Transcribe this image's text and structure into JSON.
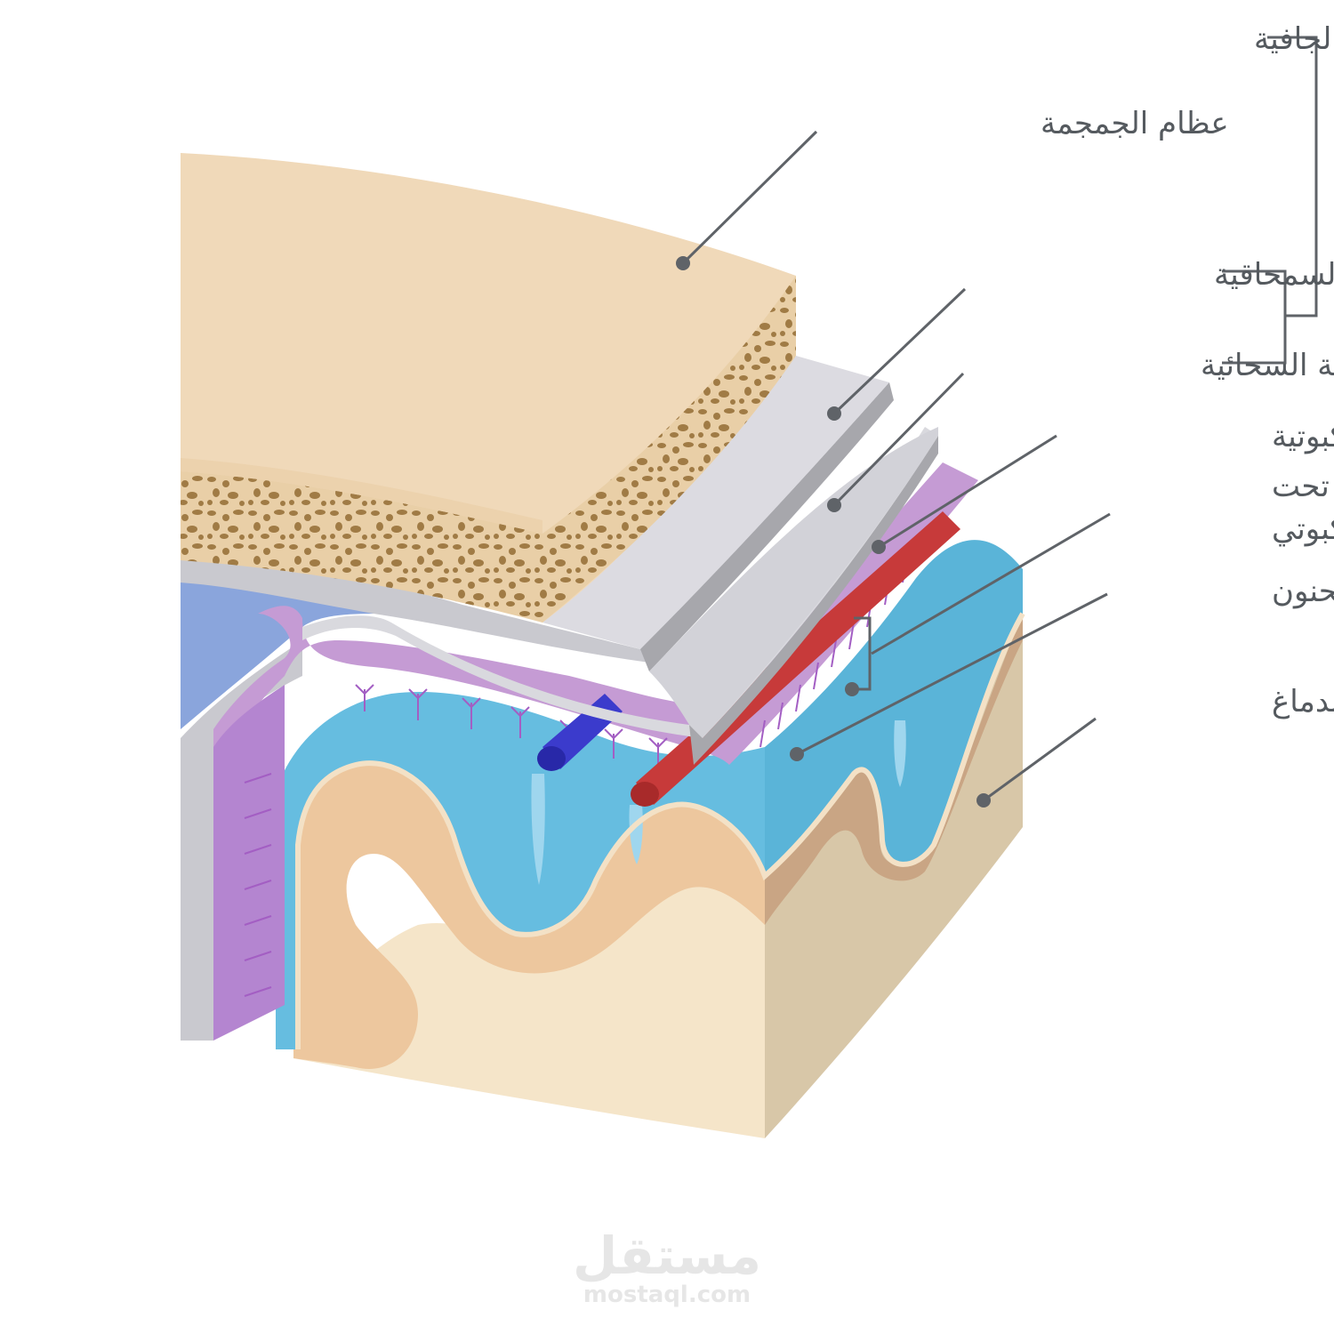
{
  "labels": {
    "dura_mater": "الأم الجافية",
    "skull_bone": "عظام الجمجمة",
    "periosteal_layer": "الطبقة السمحاقية",
    "meningeal_layer": "الطبقة السحائية",
    "arachnoid_mater": "الأم العنكبوتية",
    "subarachnoid_space_line1": "الحيز تحت",
    "subarachnoid_space_line2": "العنكبوتي",
    "pia_mater": "الأم الحنون",
    "brain_tissue": "نسيج الدماغ"
  },
  "watermark": {
    "arabic": "مستقل",
    "latin": "mostaql.com"
  },
  "colors": {
    "bone": "#f0d9b9",
    "bone_spongy": "#9f7a45",
    "dura": "#d9d9de",
    "dura_edge": "#a7a7ac",
    "arachnoid": "#c59bd4",
    "csf": "#66bde0",
    "brain_gray": "#edc79e",
    "brain_white": "#f5e5c9",
    "vein": "#3b3bcc",
    "artery": "#c73a3a",
    "ventricle": "#8aa5dc",
    "text": "#555a5f"
  }
}
